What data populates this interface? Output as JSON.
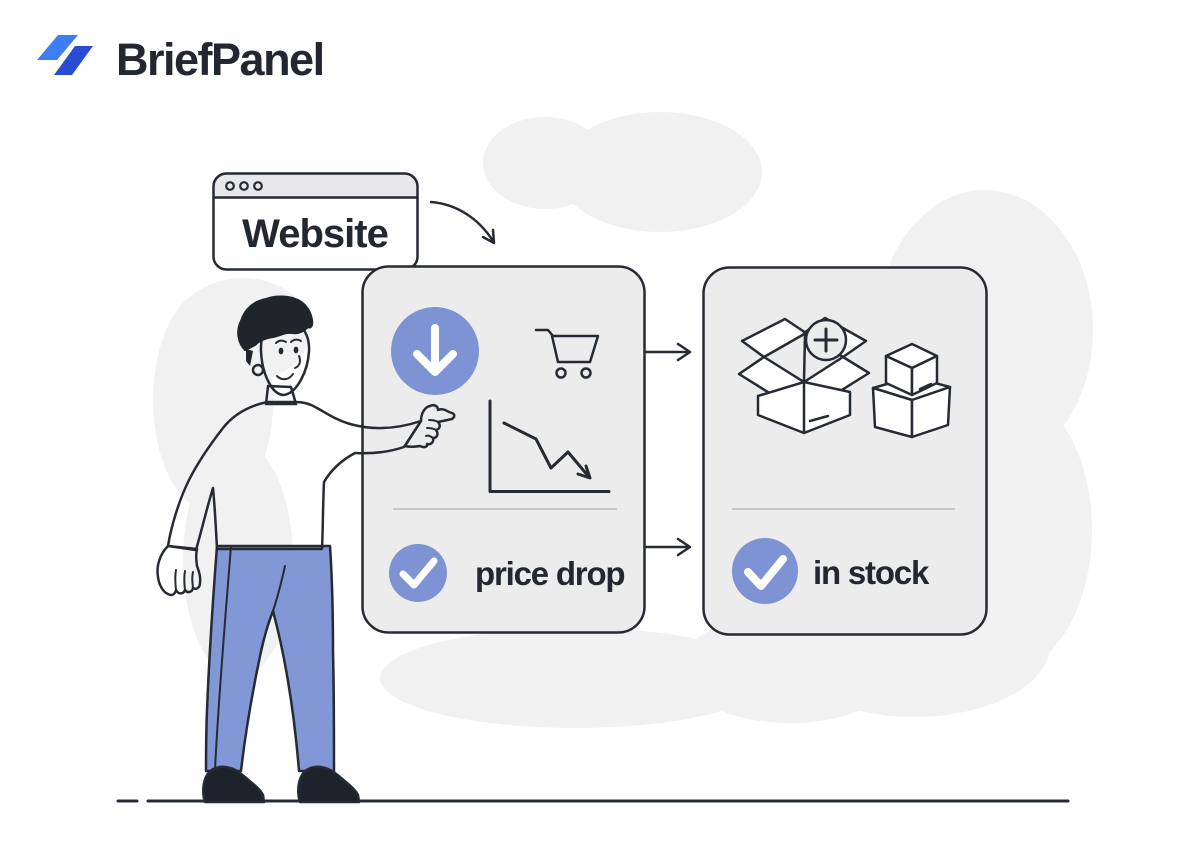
{
  "brand": {
    "name": "BriefPanel"
  },
  "browser": {
    "title": "Website",
    "window_dots": 3
  },
  "flow": {
    "card1": {
      "label": "price drop",
      "icons": [
        "down-arrow-circle-icon",
        "shopping-cart-icon",
        "declining-price-chart-icon",
        "check-circle-icon"
      ]
    },
    "card2": {
      "label": "in stock",
      "icons": [
        "open-box-plus-icon",
        "stacked-boxes-icon",
        "check-circle-icon"
      ]
    }
  },
  "colors": {
    "outline": "#262b33",
    "card": "#ececed",
    "blob": "#f1f1f2",
    "accent": "#7e93d3",
    "pants": "#8297d6",
    "text": "#23272f",
    "divider": "#c6c6c9",
    "shoe": "#1e222a",
    "hair": "#20242b",
    "browserbar": "#e8e8ea",
    "logo_light": "#3e7df3",
    "logo_dark": "#2b4bd3"
  }
}
